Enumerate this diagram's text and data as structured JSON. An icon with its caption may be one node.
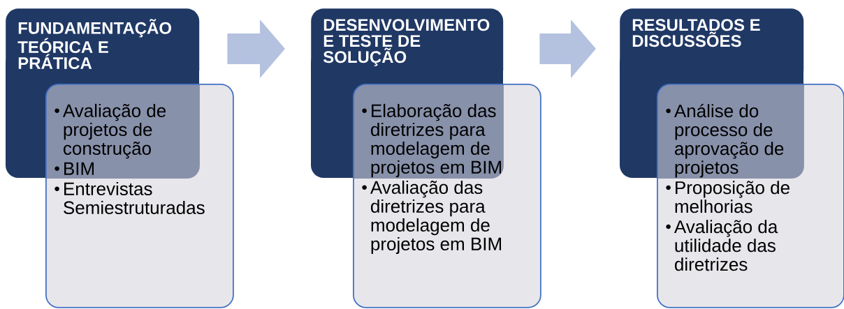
{
  "diagram": {
    "nodes": [
      {
        "text": [
          "FUNDAMENTAÇÃO TEÓRICA E PRÁTICA"
        ]
      },
      {
        "text": [
          "Avaliação de projetos de construção",
          "BIM",
          "Entrevistas Semiestruturadas"
        ]
      },
      {
        "text": [
          "DESENVOLVIMENTO E TESTE DE SOLUÇÃO"
        ]
      },
      {
        "text": [
          "Elaboração das diretrizes para modelagem de projetos em BIM",
          "Avaliação das diretrizes para modelagem de projetos em BIM"
        ]
      },
      {
        "text": [
          "RESULTADOS E DISCUSSÕES"
        ]
      },
      {
        "text": [
          "Análise do processo de aprovação de projetos",
          "Proposição de melhorias",
          "Avaliação da utilidade das diretrizes"
        ]
      }
    ],
    "edges": [
      {
        "from": 0,
        "to": 2,
        "arrow": "to"
      },
      {
        "from": 2,
        "to": 4,
        "arrow": "to"
      }
    ]
  }
}
